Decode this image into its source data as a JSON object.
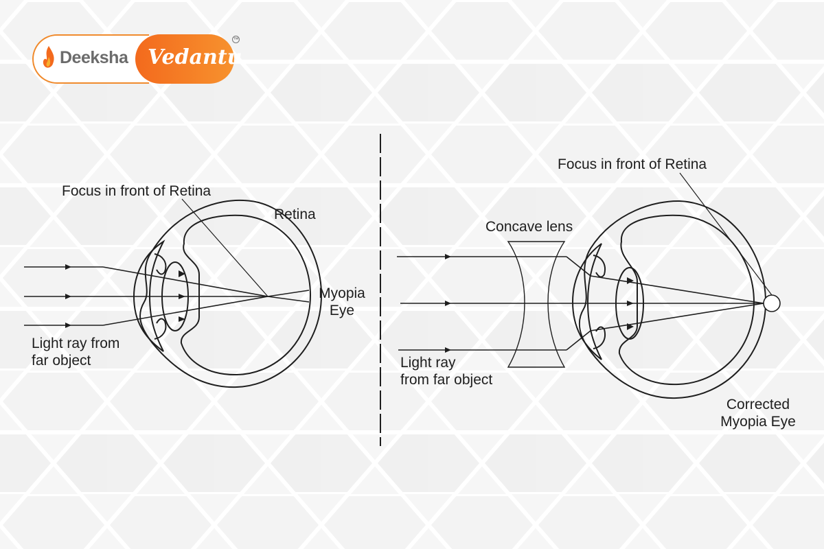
{
  "logo": {
    "brand_primary": "Deeksha",
    "brand_secondary": "Vedantu",
    "trademark": "TM",
    "colors": {
      "orange": "#f36a1d",
      "orange_light": "#f7922e",
      "gray": "#6b6b6b"
    }
  },
  "left_diagram": {
    "focus_label": "Focus in front of Retina",
    "retina_label": "Retina",
    "eye_label_line1": "Myopia",
    "eye_label_line2": "Eye",
    "light_label_line1": "Light ray from",
    "light_label_line2": "far object"
  },
  "right_diagram": {
    "focus_label": "Focus in front of Retina",
    "lens_label": "Concave lens",
    "light_label_line1": "Light ray",
    "light_label_line2": "from far object",
    "eye_label_line1": "Corrected",
    "eye_label_line2": "Myopia Eye"
  },
  "colors": {
    "line": "#1e1e1e",
    "background": "#f6f6f6"
  }
}
